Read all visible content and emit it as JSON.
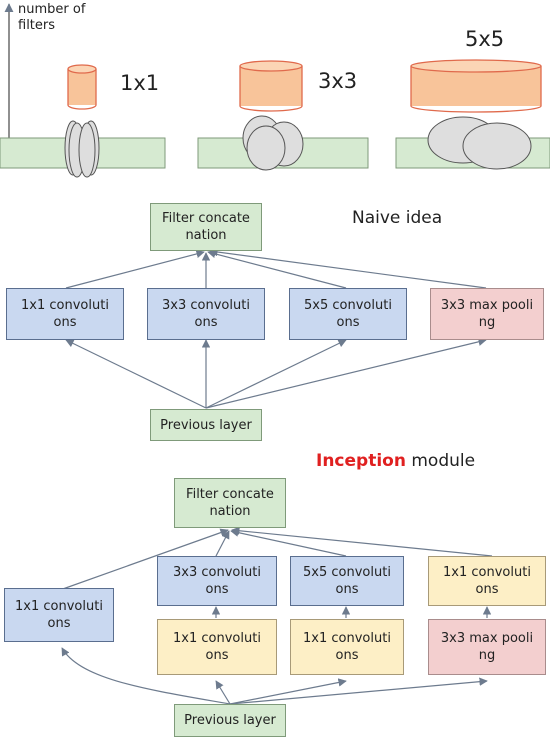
{
  "top_panel": {
    "axis_label": "number of\nfilters",
    "sizes": [
      "1x1",
      "3x3",
      "5x5"
    ]
  },
  "naive": {
    "title": "Naive idea",
    "concat_label": "Filter concate\nnation",
    "branches": [
      "1x1 convoluti\nons",
      "3x3 convoluti\nons",
      "5x5 convoluti\nons",
      "3x3 max pooli\nng"
    ],
    "input_label": "Previous layer"
  },
  "inception": {
    "title_highlight": "Inception",
    "title_rest": "module",
    "concat_label": "Filter concate\nnation",
    "left_branch": "1x1 convoluti\nons",
    "upper_branches": [
      "3x3 convoluti\nons",
      "5x5 convoluti\nons",
      "1x1 convoluti\nons"
    ],
    "lower_branches": [
      "1x1 convoluti\nons",
      "1x1 convoluti\nons",
      "3x3 max pooli\nng"
    ],
    "input_label": "Previous layer"
  },
  "colors": {
    "green": "#d6ead1",
    "blue": "#c9d8f0",
    "red_box": "#f3cfcf",
    "yellow": "#fdefc6",
    "orange_filter": "#f8c49a",
    "orange_outline": "#e06a4c",
    "highlight_text": "#e02020",
    "arrow": "#6d7b8e"
  }
}
